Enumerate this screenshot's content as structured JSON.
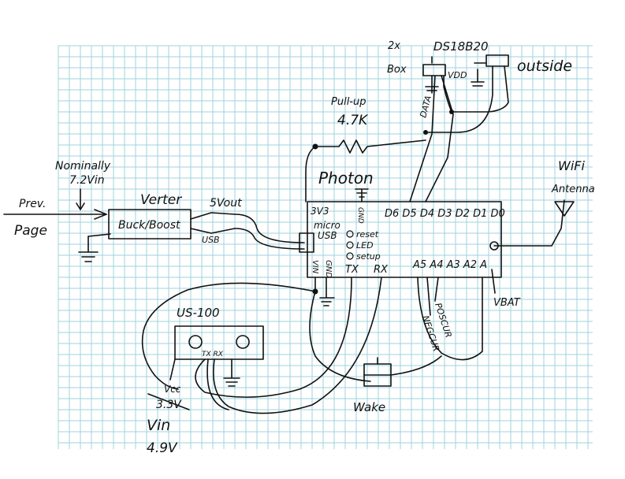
{
  "sheet": {
    "grid_color": "#9fd3dc",
    "ink_color": "#111111"
  },
  "labels": {
    "prev": "Prev.",
    "page": "Page",
    "nominally": "Nominally",
    "vin_nominal": "7.2Vin",
    "verter": "Verter",
    "buck_boost": "Buck/Boost",
    "vout": "5Vout",
    "usb_small": "USB",
    "two_x": "2x",
    "box": "Box",
    "ds18b20": "DS18B20",
    "outside": "outside",
    "vdd": "VDD",
    "data": "DATA",
    "pullup": "Pull-up",
    "resistor": "4.7K",
    "photon": "Photon",
    "v3v3": "3V3",
    "micro": "micro",
    "usb": "USB",
    "gnd_top": "GND",
    "d_pins": "D6 D5 D4 D3 D2 D1 D0",
    "reset": "reset",
    "led": "LED",
    "setup": "setup",
    "vin_pin": "VIN",
    "gnd_pin": "GND",
    "tx": "TX",
    "rx": "RX",
    "a_pins": "A5 A4 A3 A2 A",
    "vbat": "VBAT",
    "poscur": "POSCUR",
    "negcur": "NEGCUR",
    "wifi": "WiFi",
    "antenna": "Antenna",
    "us100": "US-100",
    "us_pins": "TX RX",
    "vcc": "Vcc",
    "v33": "3.3V",
    "vin": "Vin",
    "v49": "4.9V",
    "wake": "Wake"
  }
}
